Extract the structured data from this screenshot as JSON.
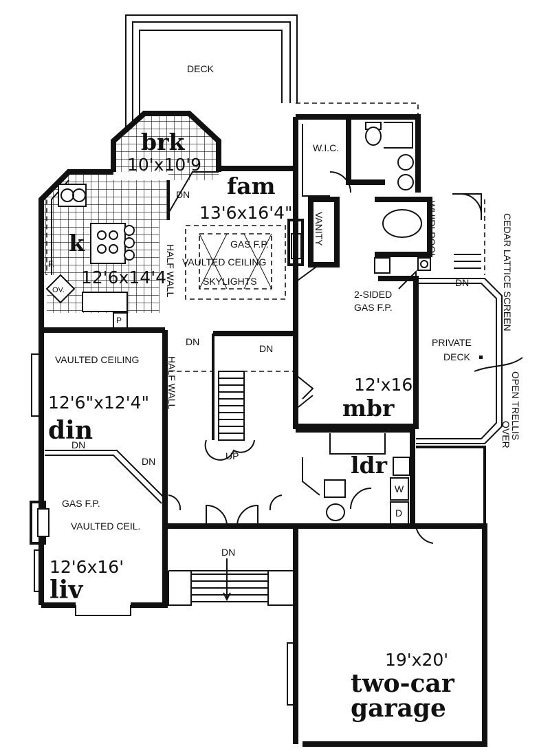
{
  "rooms": {
    "deck": "DECK",
    "breakfast": {
      "name": "brk",
      "size": "10'x10'9"
    },
    "family": {
      "name": "fam",
      "size": "13'6x16'4\""
    },
    "kitchen": {
      "name": "k",
      "size": "12'6x14'4"
    },
    "dining": {
      "name": "din",
      "size": "12'6\"x12'4\"",
      "ceiling": "VAULTED CEILING"
    },
    "living": {
      "name": "liv",
      "size": "12'6x16'",
      "ceiling": "VAULTED CEIL."
    },
    "master": {
      "name": "mbr",
      "size": "12'x16'"
    },
    "laundry": {
      "name": "ldr"
    },
    "garage": {
      "size": "19'x20'",
      "line1": "two-car",
      "line2": "garage"
    },
    "private_deck": {
      "line1": "PRIVATE",
      "line2": "DECK"
    }
  },
  "labels": {
    "wic": "W.I.C.",
    "vanity": "VANITY",
    "whirlpool": "WHIRLPOOL",
    "gas_fp": "GAS F.P.",
    "vaulted_ceiling": "VAULTED CEILING",
    "skylights": "SKYLIGHTS",
    "half_wall": "HALF WALL",
    "two_sided_line1": "2-SIDED",
    "two_sided_line2": "GAS F.P.",
    "cedar_screen": "CEDAR LATTICE SCREEN",
    "open_trellis": "OPEN TRELLIS",
    "over": "OVER",
    "dn": "DN",
    "up": "UP",
    "oven": "OV.",
    "fridge": "F.",
    "pantry": "P",
    "washer": "W",
    "dryer": "D"
  }
}
